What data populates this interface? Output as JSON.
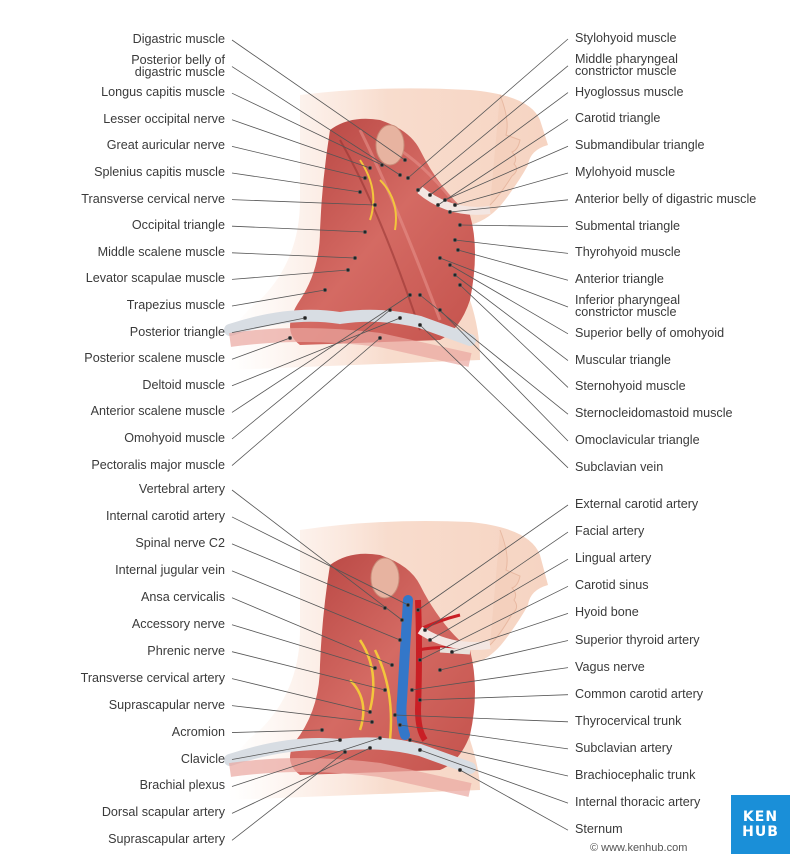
{
  "top_left": [
    "Digastric muscle",
    "Posterior belly of|digastric muscle",
    "Longus capitis muscle",
    "Lesser occipital nerve",
    "Great auricular nerve",
    "Splenius capitis muscle",
    "Transverse cervical nerve",
    "Occipital triangle",
    "Middle scalene muscle",
    "Levator scapulae muscle",
    "Trapezius muscle",
    "Posterior triangle",
    "Posterior scalene muscle",
    "Deltoid muscle",
    "Anterior scalene muscle",
    "Omohyoid muscle",
    "Pectoralis major muscle"
  ],
  "top_right": [
    "Stylohyoid muscle",
    "Middle pharyngeal|constrictor muscle",
    "Hyoglossus muscle",
    "Carotid triangle",
    "Submandibular triangle",
    "Mylohyoid muscle",
    "Anterior belly of digastric muscle",
    "Submental triangle",
    "Thyrohyoid muscle",
    "Anterior triangle",
    "Inferior pharyngeal|constrictor muscle",
    "Superior belly of omohyoid",
    "Muscular triangle",
    "Sternohyoid muscle",
    "Sternocleidomastoid muscle",
    "Omoclavicular triangle",
    "Subclavian vein"
  ],
  "bottom_left": [
    "Vertebral artery",
    "Internal carotid artery",
    "Spinal nerve C2",
    "Internal jugular vein",
    "Ansa cervicalis",
    "Accessory nerve",
    "Phrenic nerve",
    "Transverse cervical artery",
    "Suprascapular nerve",
    "Acromion",
    "Clavicle",
    "Brachial plexus",
    "Dorsal scapular artery",
    "Suprascapular artery"
  ],
  "bottom_right": [
    "External carotid artery",
    "Facial artery",
    "Lingual artery",
    "Carotid sinus",
    "Hyoid bone",
    "Superior thyroid artery",
    "Vagus nerve",
    "Common carotid artery",
    "Thyrocervical trunk",
    "Subclavian artery",
    "Brachiocephalic trunk",
    "Internal thoracic artery",
    "Sternum"
  ],
  "logo": {
    "line1": "KEN",
    "line2": "HUB"
  },
  "credit": "© www.kenhub.com"
}
